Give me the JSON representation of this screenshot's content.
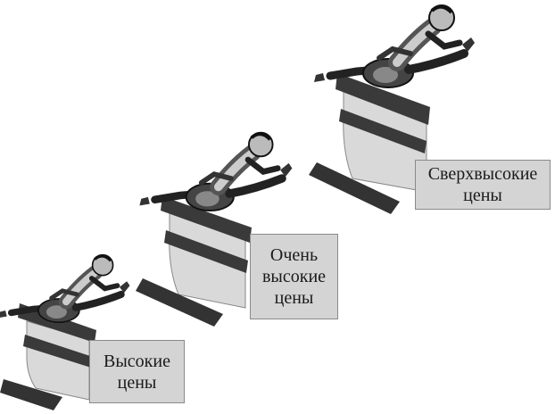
{
  "labels": {
    "high": {
      "line1": "Высокие",
      "line2": "цены"
    },
    "very_high": {
      "line1": "Очень",
      "line2": "высокие",
      "line3": "цены"
    },
    "super_high": {
      "line1": "Сверхвысокие",
      "line2": "цены"
    }
  },
  "colors": {
    "background": "#ffffff",
    "hurdle_panel": "#d9d9d9",
    "hurdle_bar": "#3a3a3a",
    "ink": "#222222",
    "label_fill": "#d4d4d4"
  },
  "icons": [
    "hurdler-figure",
    "hurdle"
  ]
}
